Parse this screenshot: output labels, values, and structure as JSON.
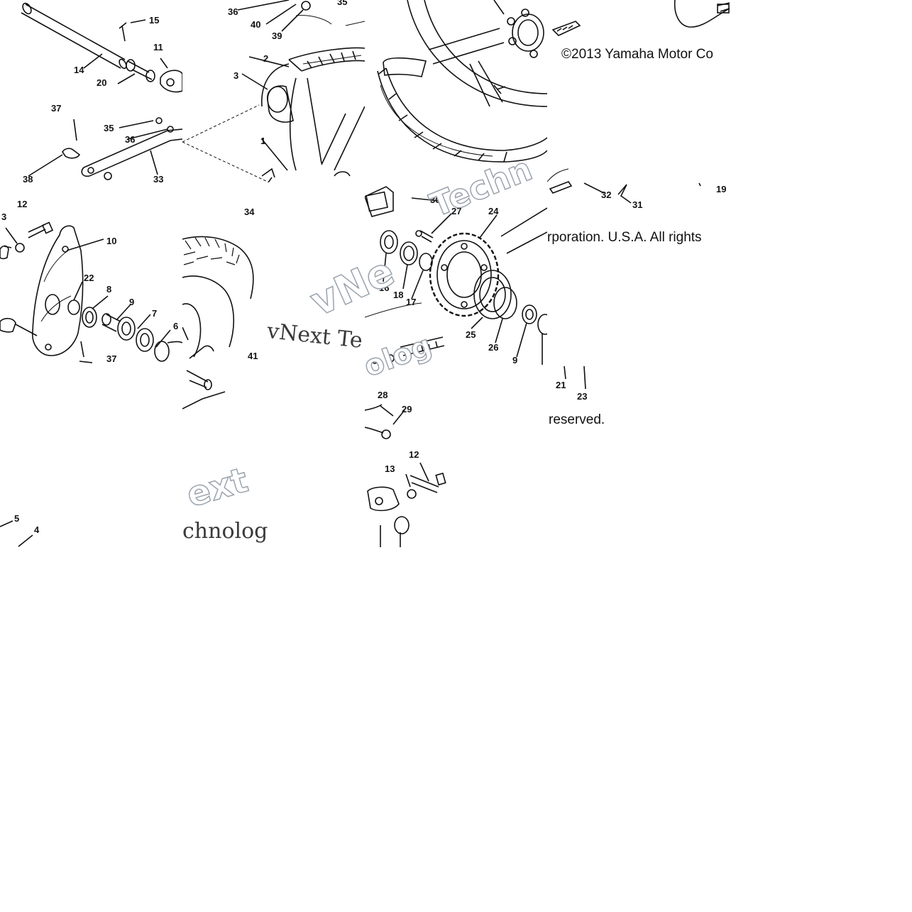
{
  "diagram": {
    "copyright_lines": [
      "©2013 Yamaha Motor Co",
      "rporation. U.S.A. All rights",
      "reserved."
    ],
    "watermarks": {
      "v_next_te": "vNext Te",
      "vne": "vNe",
      "techn": "Techn",
      "ext": "ext",
      "chnolog": "chnolog",
      "olog": "olog"
    },
    "callouts": {
      "tile_a": [
        "15",
        "11",
        "14",
        "20",
        "37",
        "35",
        "36",
        "38",
        "33"
      ],
      "tile_b": [
        "36",
        "40",
        "39",
        "35",
        "2",
        "3",
        "1",
        "34"
      ],
      "tile_d": [
        "12",
        "3",
        "10",
        "22",
        "8",
        "9",
        "7",
        "6",
        "37"
      ],
      "tile_e": [
        "41"
      ],
      "tile_f": [
        "30",
        "27",
        "24",
        "16",
        "18",
        "17",
        "25",
        "26",
        "9"
      ],
      "tile_g": [
        "32",
        "31",
        "19"
      ],
      "tile_h": [
        "21",
        "23"
      ],
      "tile_i": [
        "28",
        "29",
        "12",
        "13"
      ],
      "tile_j": [
        "5",
        "4"
      ]
    }
  }
}
